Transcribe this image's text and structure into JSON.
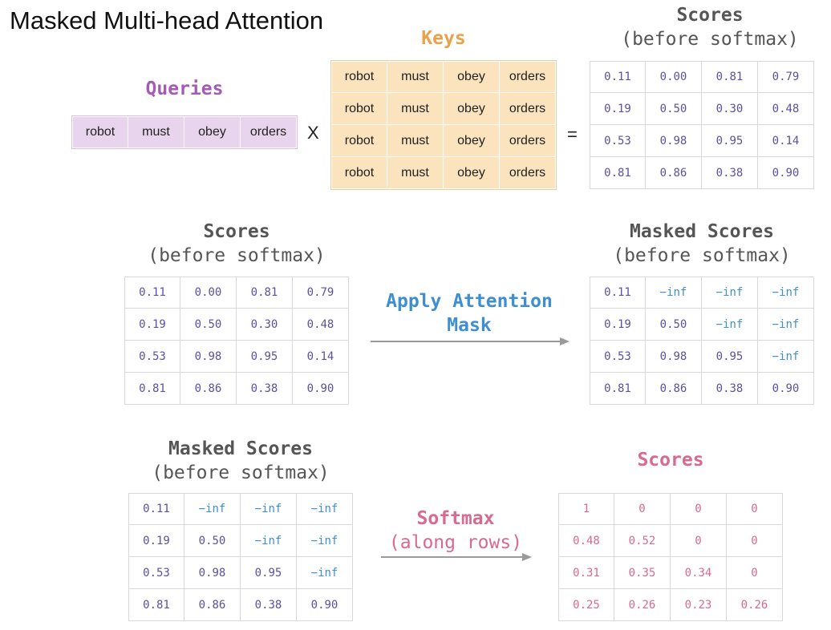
{
  "title": "Masked Multi-head Attention",
  "colors": {
    "queries": "#a55bb5",
    "keys": "#e9a14a",
    "gray": "#555555",
    "blue": "#3e8ed0",
    "pink": "#d86a8f",
    "num": "#5d4f9e",
    "inf": "#3e8ed0",
    "queries_fill": "#e8d4ec",
    "keys_fill": "#fae3bd",
    "grid_border": "#d8d8d8"
  },
  "row1": {
    "queries_label": "Queries",
    "queries_cells": [
      "robot",
      "must",
      "obey",
      "orders"
    ],
    "times_op": "X",
    "keys_label": "Keys",
    "keys_cells": [
      [
        "robot",
        "must",
        "obey",
        "orders"
      ],
      [
        "robot",
        "must",
        "obey",
        "orders"
      ],
      [
        "robot",
        "must",
        "obey",
        "orders"
      ],
      [
        "robot",
        "must",
        "obey",
        "orders"
      ]
    ],
    "equals_op": "=",
    "scores_label_1": "Scores",
    "scores_label_2": "(before softmax)",
    "scores_cells": [
      [
        "0.11",
        "0.00",
        "0.81",
        "0.79"
      ],
      [
        "0.19",
        "0.50",
        "0.30",
        "0.48"
      ],
      [
        "0.53",
        "0.98",
        "0.95",
        "0.14"
      ],
      [
        "0.81",
        "0.86",
        "0.38",
        "0.90"
      ]
    ]
  },
  "row2": {
    "scores_label_1": "Scores",
    "scores_label_2": "(before softmax)",
    "scores_cells": [
      [
        "0.11",
        "0.00",
        "0.81",
        "0.79"
      ],
      [
        "0.19",
        "0.50",
        "0.30",
        "0.48"
      ],
      [
        "0.53",
        "0.98",
        "0.95",
        "0.14"
      ],
      [
        "0.81",
        "0.86",
        "0.38",
        "0.90"
      ]
    ],
    "apply_label_1": "Apply Attention",
    "apply_label_2": "Mask",
    "masked_label_1": "Masked Scores",
    "masked_label_2": "(before softmax)",
    "masked_cells": [
      [
        "0.11",
        "−inf",
        "−inf",
        "−inf"
      ],
      [
        "0.19",
        "0.50",
        "−inf",
        "−inf"
      ],
      [
        "0.53",
        "0.98",
        "0.95",
        "−inf"
      ],
      [
        "0.81",
        "0.86",
        "0.38",
        "0.90"
      ]
    ]
  },
  "row3": {
    "masked_label_1": "Masked Scores",
    "masked_label_2": "(before softmax)",
    "masked_cells": [
      [
        "0.11",
        "−inf",
        "−inf",
        "−inf"
      ],
      [
        "0.19",
        "0.50",
        "−inf",
        "−inf"
      ],
      [
        "0.53",
        "0.98",
        "0.95",
        "−inf"
      ],
      [
        "0.81",
        "0.86",
        "0.38",
        "0.90"
      ]
    ],
    "softmax_label_1": "Softmax",
    "softmax_label_2": "(along rows)",
    "final_label": "Scores",
    "final_cells": [
      [
        "1",
        "0",
        "0",
        "0"
      ],
      [
        "0.48",
        "0.52",
        "0",
        "0"
      ],
      [
        "0.31",
        "0.35",
        "0.34",
        "0"
      ],
      [
        "0.25",
        "0.26",
        "0.23",
        "0.26"
      ]
    ]
  }
}
